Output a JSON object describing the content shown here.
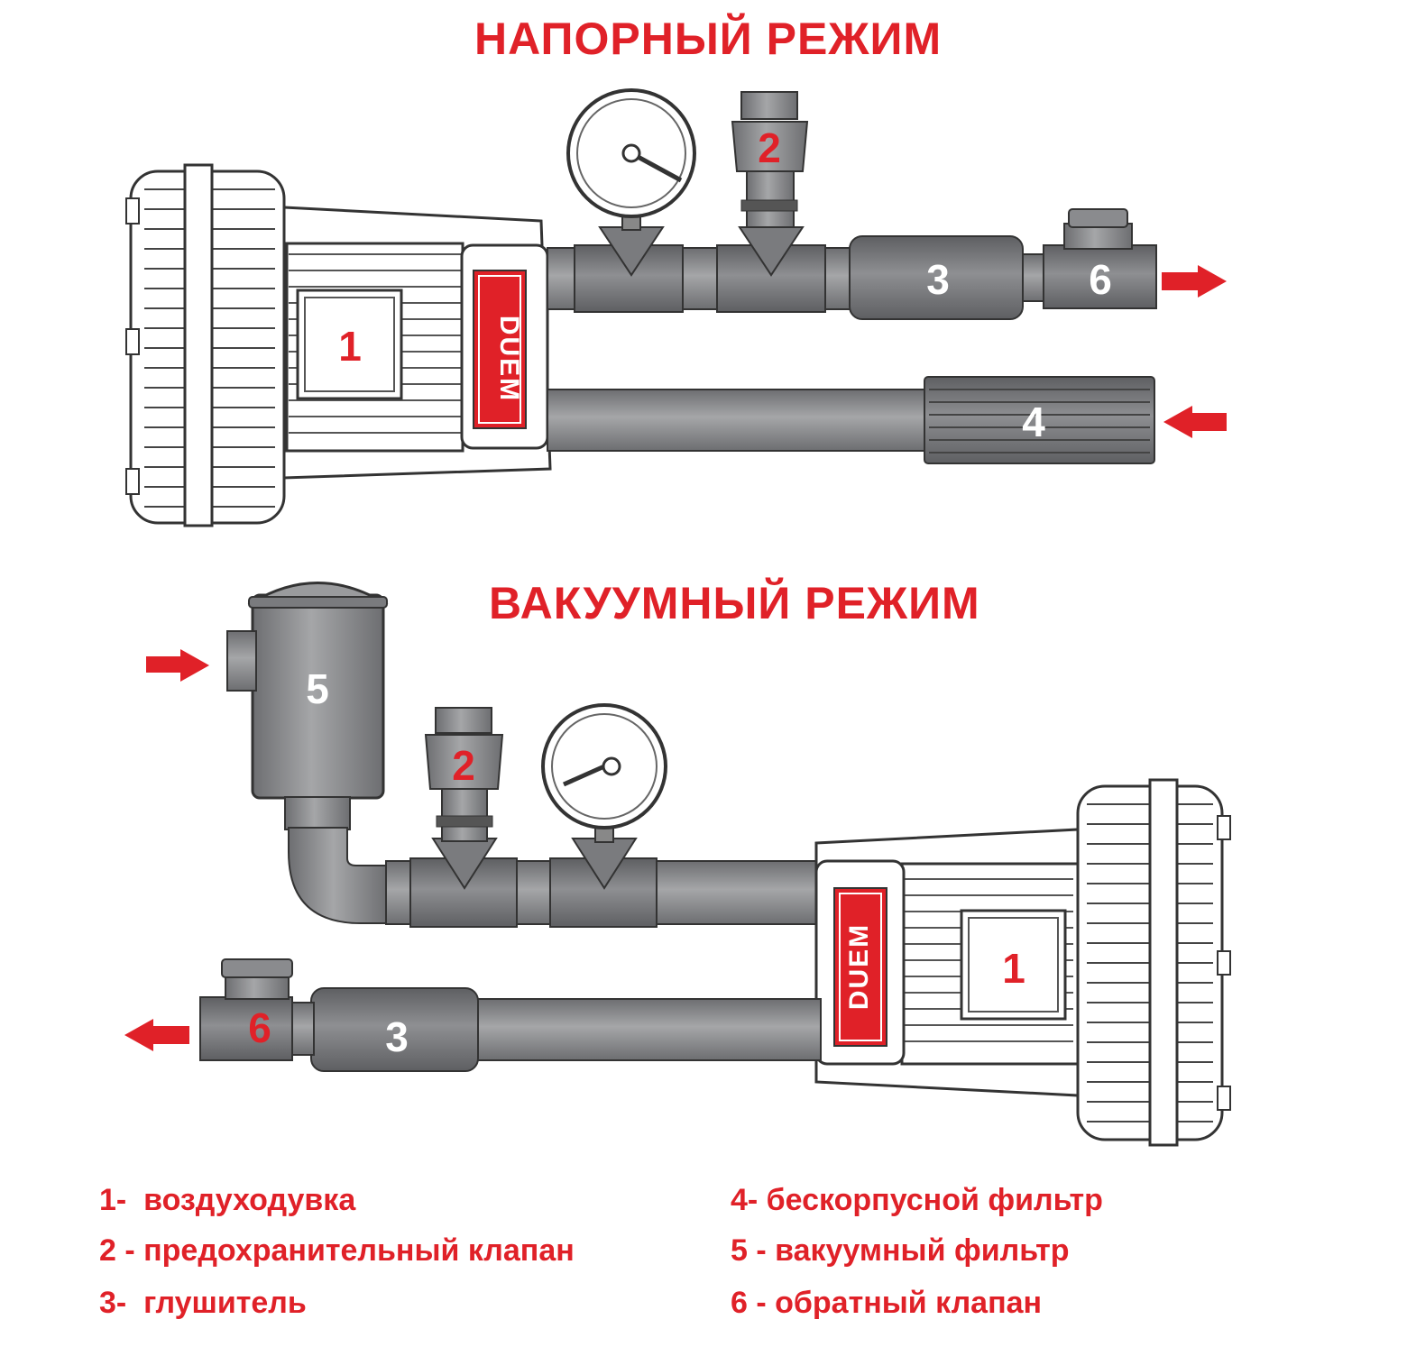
{
  "colors": {
    "accent": "#e02128",
    "pipe": "#8c8d90",
    "pipe_dark": "#6d6e71",
    "pipe_light": "#b8b9bb",
    "outline": "#333333",
    "housing": "#ffffff"
  },
  "sections": {
    "pressure_title": "НАПОРНЫЙ РЕЖИМ",
    "vacuum_title": "ВАКУУМНЫЙ РЕЖИМ"
  },
  "brand": "DUEM",
  "labels": {
    "p1": "1",
    "p2": "2",
    "p3": "3",
    "p4": "4",
    "p6": "6",
    "v1": "1",
    "v2": "2",
    "v3": "3",
    "v5": "5",
    "v6": "6"
  },
  "legend": {
    "item1": "1-  воздуходувка",
    "item2": "2 - предохранительный клапан",
    "item3": "3-  глушитель",
    "item4": "4- бескорпусной фильтр",
    "item5": "5 - вакуумный фильтр",
    "item6": "6 - обратный клапан"
  },
  "icons": {
    "flow_out": "arrow-right-icon",
    "flow_in": "arrow-left-icon",
    "gauge": "pressure-gauge-icon"
  }
}
